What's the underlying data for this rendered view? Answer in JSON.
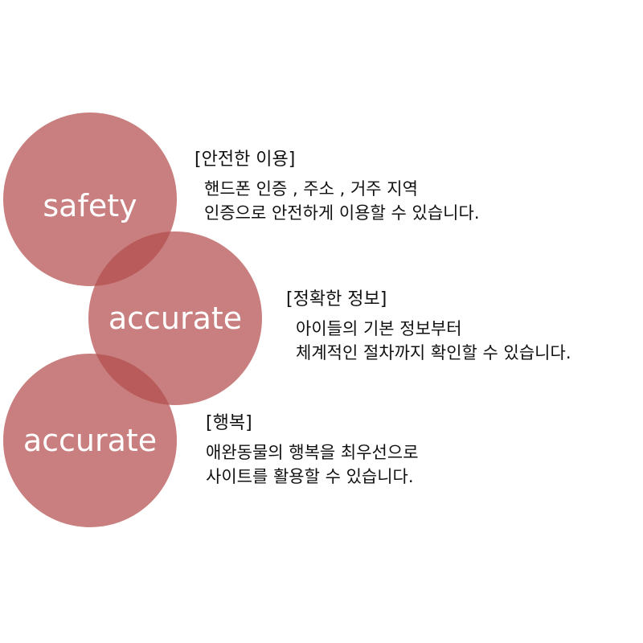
{
  "sections": [
    {
      "circle_label": "safety",
      "title": "[안전한 이용]",
      "description": "핸드폰 인증 , 주소 , 거주 지역\n인증으로 안전하게 이용할 수 있습니다."
    },
    {
      "circle_label": "accurate",
      "title": "[정확한 정보]",
      "description": "아이들의 기본 정보부터\n체계적인 절차까지 확인할 수 있습니다."
    },
    {
      "circle_label": "accurate",
      "title": "[행복]",
      "description": "애완동물의 행복을 최우선으로\n사이트를 활용할 수 있습니다."
    }
  ],
  "colors": {
    "circle": "#b44e4e",
    "circle_text": "#ffffff",
    "text": "#111111"
  }
}
